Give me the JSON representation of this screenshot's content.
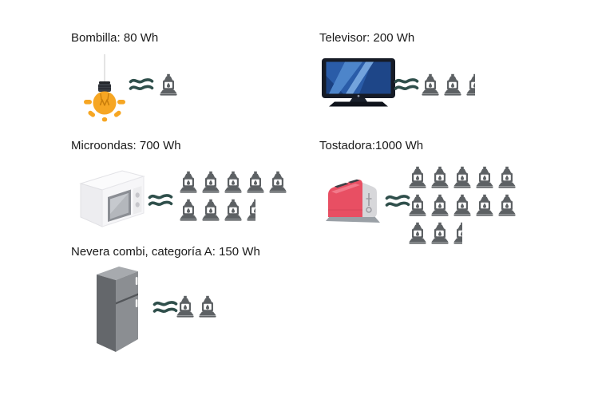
{
  "page": {
    "background": "#ffffff"
  },
  "legend": {
    "approx_symbol": "≈",
    "unit_icon_name": "unit-lamp-icon",
    "wh_per_unit_icon": 80
  },
  "appliances": [
    {
      "name": "Bombilla",
      "label": "Bombilla: 80 Wh",
      "wh": 80,
      "icon": "lightbulb-icon",
      "unit_icons_full": 1,
      "unit_icons_partial": 0
    },
    {
      "name": "Televisor",
      "label": "Televisor: 200 Wh",
      "wh": 200,
      "icon": "tv-icon",
      "unit_icons_full": 2,
      "unit_icons_partial": 1
    },
    {
      "name": "Microondas",
      "label": "Microondas: 700 Wh",
      "wh": 700,
      "icon": "microwave-icon",
      "unit_icons_full": 8,
      "unit_icons_partial": 1
    },
    {
      "name": "Tostadora",
      "label": "Tostadora:1000 Wh",
      "wh": 1000,
      "icon": "toaster-icon",
      "unit_icons_full": 12,
      "unit_icons_partial": 1
    },
    {
      "name": "Nevera combi, categoría A",
      "label": "Nevera combi, categoría A: 150 Wh",
      "wh": 150,
      "icon": "fridge-icon",
      "unit_icons_full": 2,
      "unit_icons_partial": 0
    }
  ],
  "chart_data": {
    "type": "bar",
    "subtype": "pictogram",
    "title": "",
    "categories": [
      "Bombilla",
      "Televisor",
      "Microondas",
      "Tostadora",
      "Nevera combi, categoría A"
    ],
    "values": [
      80,
      200,
      700,
      1000,
      150
    ],
    "unit": "Wh",
    "wh_per_icon": 80,
    "icons_shown": [
      1,
      2.5,
      8.5,
      12.5,
      2
    ],
    "icons_per_row": 5,
    "legend_position": "none",
    "grid": false
  },
  "colors": {
    "text": "#1a1a1a",
    "unit_icon_gray": "#5d6164",
    "approx_teal": "#2f4f4b",
    "bulb_orange": "#f6a623",
    "tv_screen_blue": "#2a5ca8",
    "toaster_red": "#e84f63",
    "fridge_gray": "#8b8e92",
    "microwave_white": "#f5f5f7"
  }
}
